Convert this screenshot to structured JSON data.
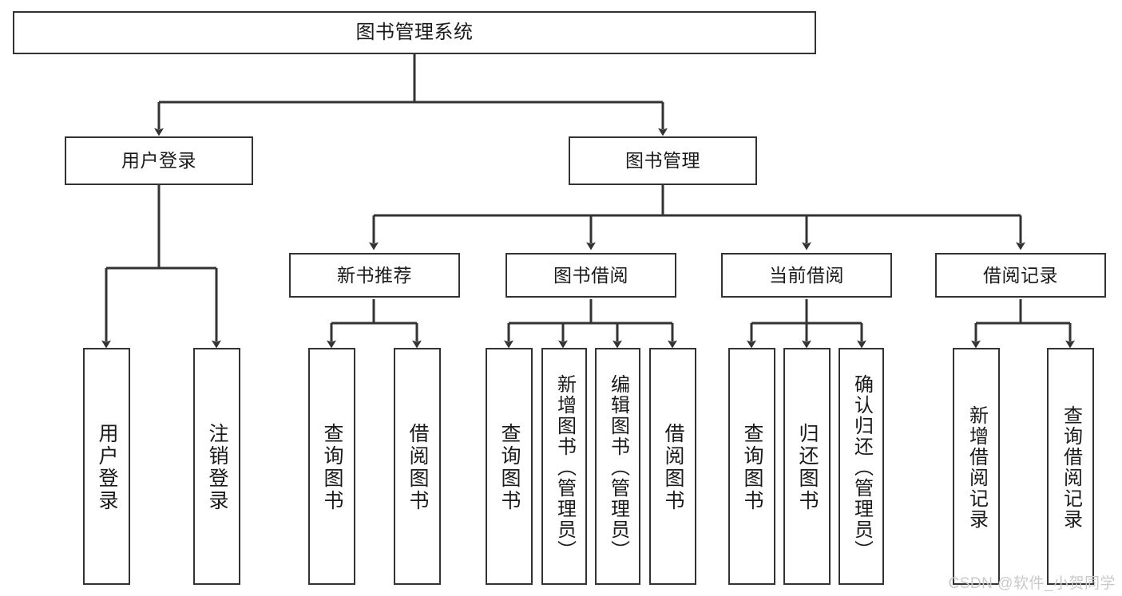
{
  "diagram": {
    "title": "图书管理系统",
    "type": "hierarchy-tree",
    "line_color": "#333333",
    "box_fill": "#ffffff",
    "text_color": "#1a1a1a"
  },
  "nodes": {
    "root": {
      "label": "图书管理系统",
      "level": 0
    },
    "level1": [
      {
        "id": "user-login",
        "label": "用户登录"
      },
      {
        "id": "book-manage",
        "label": "图书管理"
      }
    ],
    "level2": [
      {
        "id": "new-book-recommend",
        "label": "新书推荐"
      },
      {
        "id": "book-borrow",
        "label": "图书借阅"
      },
      {
        "id": "current-borrow",
        "label": "当前借阅"
      },
      {
        "id": "borrow-record",
        "label": "借阅记录"
      }
    ],
    "leaves": {
      "user-login": [
        {
          "id": "leaf-user-login",
          "label": "用户登录"
        },
        {
          "id": "leaf-user-logout",
          "label": "注销登录"
        }
      ],
      "new-book-recommend": [
        {
          "id": "leaf-query-book-1",
          "label": "查询图书"
        },
        {
          "id": "leaf-borrow-book-1",
          "label": "借阅图书"
        }
      ],
      "book-borrow": [
        {
          "id": "leaf-query-book-2",
          "label": "查询图书"
        },
        {
          "id": "leaf-add-book",
          "label": "新增图书（管理员）"
        },
        {
          "id": "leaf-edit-book",
          "label": "编辑图书（管理员）"
        },
        {
          "id": "leaf-borrow-book-2",
          "label": "借阅图书"
        }
      ],
      "current-borrow": [
        {
          "id": "leaf-query-book-3",
          "label": "查询图书"
        },
        {
          "id": "leaf-return-book",
          "label": "归还图书"
        },
        {
          "id": "leaf-confirm-return",
          "label": "确认归还（管理员）"
        }
      ],
      "borrow-record": [
        {
          "id": "leaf-add-record",
          "label": "新增借阅记录"
        },
        {
          "id": "leaf-query-record",
          "label": "查询借阅记录"
        }
      ]
    }
  },
  "watermark": {
    "text": "CSDN @软件_小贺同学"
  }
}
